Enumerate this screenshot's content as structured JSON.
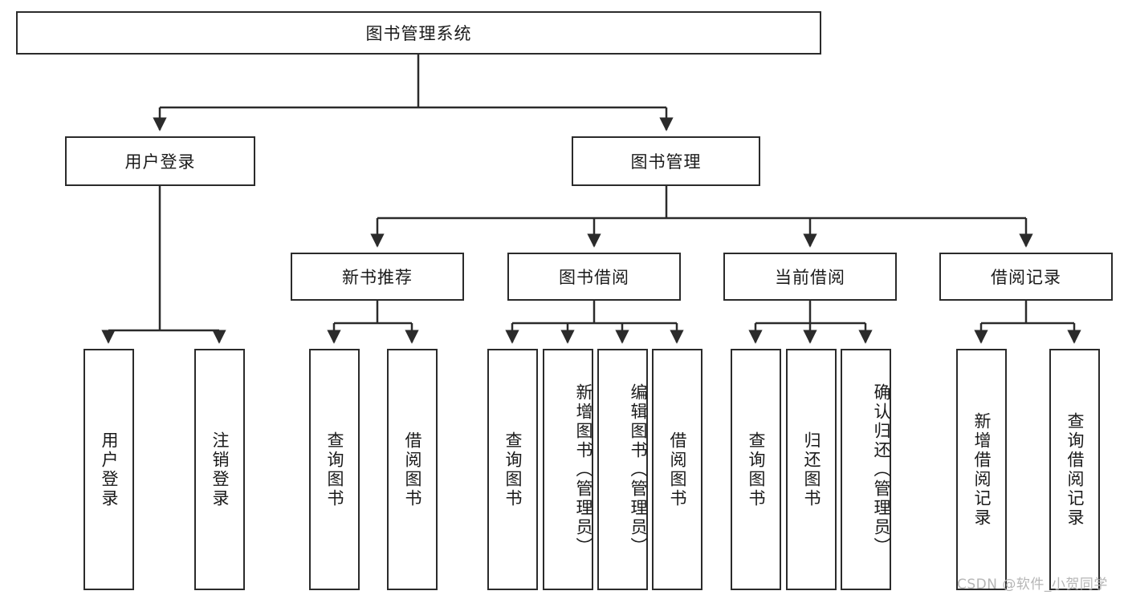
{
  "diagram": {
    "title": "图书管理系统",
    "type": "tree",
    "nodes": {
      "root": {
        "label": "图书管理系统"
      },
      "level2": [
        {
          "id": "user-login",
          "label": "用户登录"
        },
        {
          "id": "book-manage",
          "label": "图书管理"
        }
      ],
      "level3": [
        {
          "id": "new-book-recommend",
          "label": "新书推荐"
        },
        {
          "id": "book-borrow",
          "label": "图书借阅"
        },
        {
          "id": "current-borrow",
          "label": "当前借阅"
        },
        {
          "id": "borrow-record",
          "label": "借阅记录"
        }
      ],
      "leaves": {
        "user_login": [
          {
            "id": "leaf-user-login",
            "label": "用户登录"
          },
          {
            "id": "leaf-user-logout",
            "label": "注销登录"
          }
        ],
        "new_book_recommend": [
          {
            "id": "leaf-query-book-1",
            "label": "查询图书"
          },
          {
            "id": "leaf-borrow-book-1",
            "label": "借阅图书"
          }
        ],
        "book_borrow": [
          {
            "id": "leaf-query-book-2",
            "label": "查询图书"
          },
          {
            "id": "leaf-add-book",
            "label": "新增图书（管理员）"
          },
          {
            "id": "leaf-edit-book",
            "label": "编辑图书（管理员）"
          },
          {
            "id": "leaf-borrow-book-2",
            "label": "借阅图书"
          }
        ],
        "current_borrow": [
          {
            "id": "leaf-query-book-3",
            "label": "查询图书"
          },
          {
            "id": "leaf-return-book",
            "label": "归还图书"
          },
          {
            "id": "leaf-confirm-return",
            "label": "确认归还（管理员）"
          }
        ],
        "borrow_record": [
          {
            "id": "leaf-add-record",
            "label": "新增借阅记录"
          },
          {
            "id": "leaf-query-record",
            "label": "查询借阅记录"
          }
        ]
      }
    },
    "colors": {
      "border": "#2b2b2b",
      "background": "#ffffff",
      "text": "#1a1a1a",
      "watermark": "#b6b6b6"
    }
  },
  "watermark": {
    "text": "CSDN @软件_小贺同学"
  }
}
